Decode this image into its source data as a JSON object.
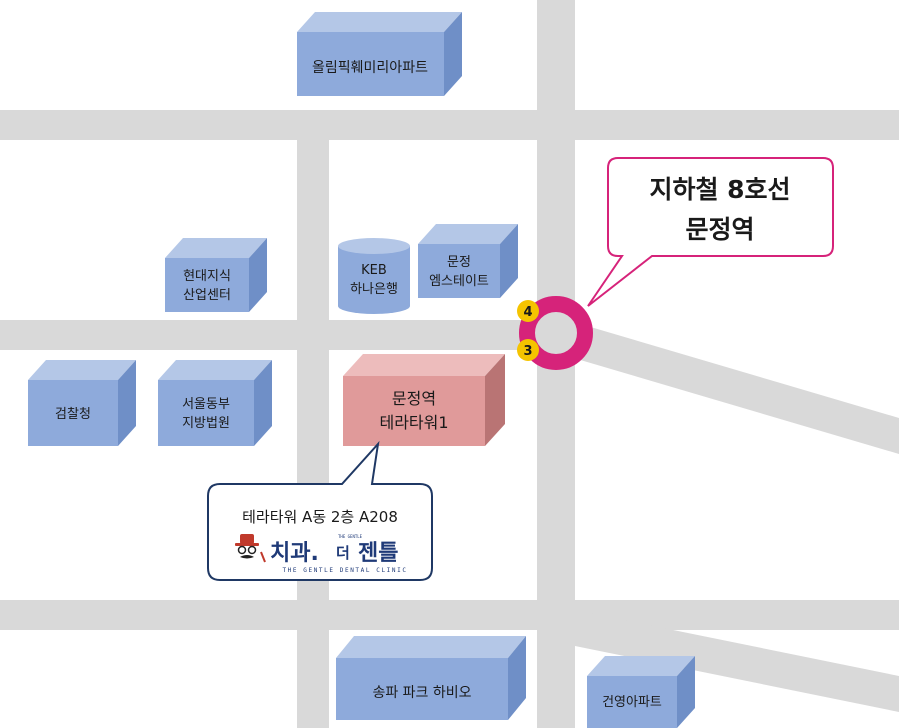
{
  "colors": {
    "road": "#d9d9d9",
    "building_front": "#8eaadb",
    "building_top": "#b4c7e7",
    "building_side": "#6f8fc7",
    "highlight_front": "#e09a9a",
    "highlight_top": "#edbcbc",
    "highlight_side": "#b97474",
    "station_ring": "#d6237a",
    "exit_badge": "#f5c400",
    "callout_border": "#d6237a",
    "bubble_border": "#1f3864",
    "brand": "#1f3a78"
  },
  "buildings": {
    "olympic": "올림픽훼미리아파트",
    "hyundai": [
      "현대지식",
      "산업센터"
    ],
    "keb": [
      "KEB",
      "하나은행"
    ],
    "munjeong_estate": [
      "문정",
      "엠스테이트"
    ],
    "prosecutor": "검찰청",
    "court": [
      "서울동부",
      "지방법원"
    ],
    "terra_tower": [
      "문정역",
      "테라타워1"
    ],
    "songpa": "송파 파크 하비오",
    "geonyoung": "건영아파트"
  },
  "station": {
    "callout": [
      "지하철 8호선",
      "문정역"
    ],
    "exit_4": "4",
    "exit_3": "3"
  },
  "clinic": {
    "address": "테라타워 A동 2층 A208",
    "name_main": "치과.",
    "name_the": "더",
    "name_gentle": "젠틀",
    "tag_small": "THE GENTLE",
    "slogan": "THE GENTLE DENTAL CLINIC"
  }
}
